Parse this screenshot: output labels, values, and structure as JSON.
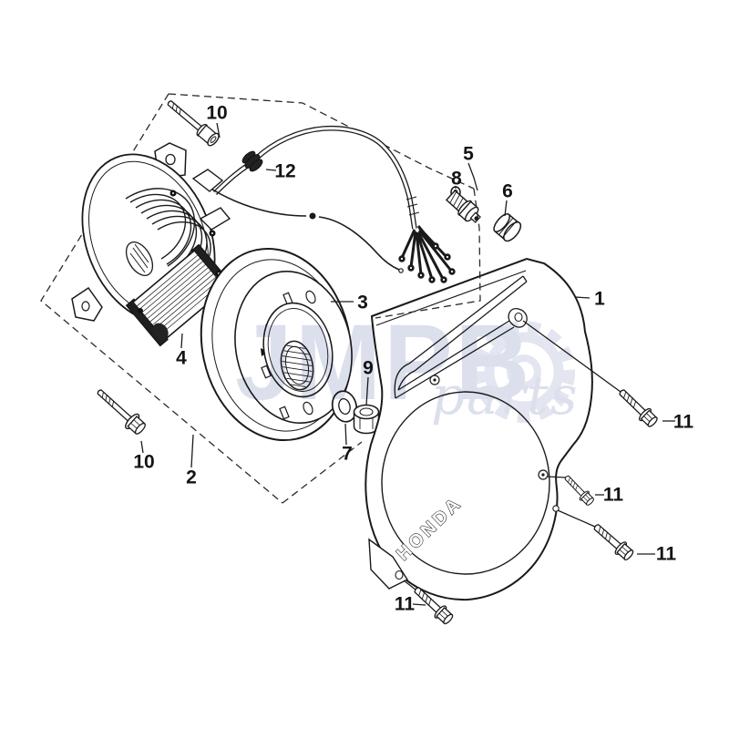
{
  "diagram": {
    "cover_emboss": "HONDA"
  },
  "watermark": {
    "brand": "JMPB",
    "suffix": "parts"
  },
  "callouts": [
    {
      "label": "1"
    },
    {
      "label": "2"
    },
    {
      "label": "3"
    },
    {
      "label": "4"
    },
    {
      "label": "5"
    },
    {
      "label": "6"
    },
    {
      "label": "7"
    },
    {
      "label": "8"
    },
    {
      "label": "9"
    },
    {
      "label": "10"
    },
    {
      "label": "10"
    },
    {
      "label": "11"
    },
    {
      "label": "11"
    },
    {
      "label": "11"
    },
    {
      "label": "11"
    },
    {
      "label": "12"
    }
  ],
  "colors": {
    "line": "#1a1a1a",
    "background": "#ffffff",
    "watermark": "#dcdfec"
  }
}
